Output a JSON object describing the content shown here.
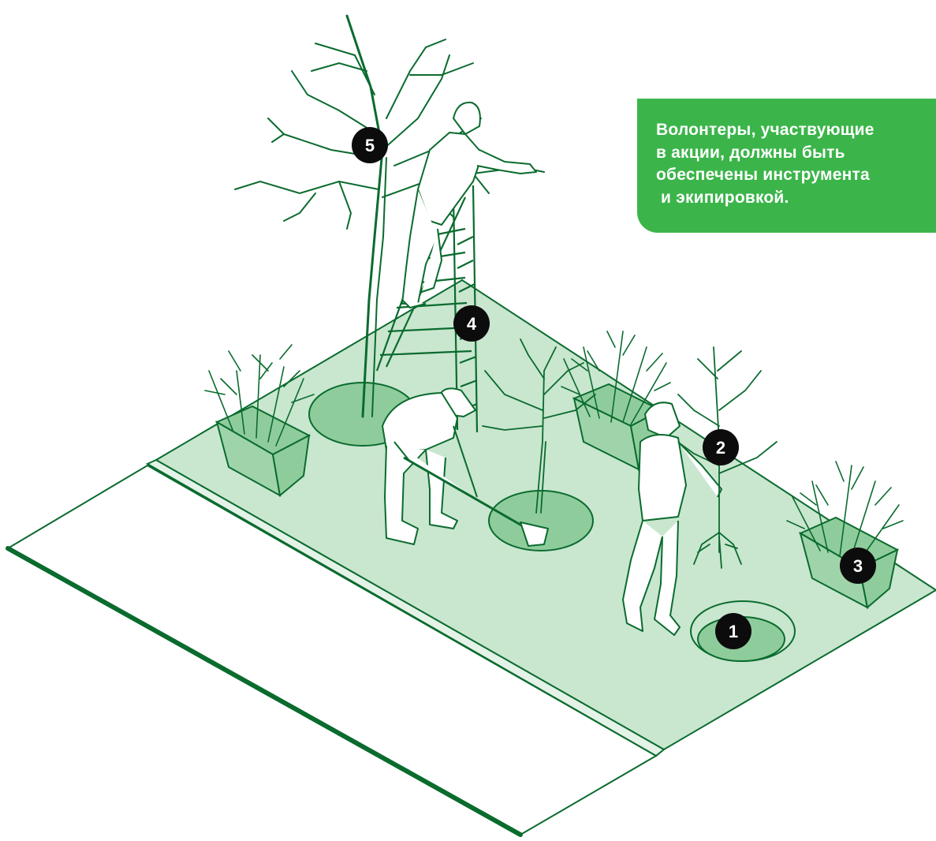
{
  "callout": {
    "lines": [
      "Волонтеры, участвующие",
      "в акции, должны быть",
      "обеспечены инструмента",
      " и экипировкой."
    ]
  },
  "markers": [
    {
      "label": "1",
      "meaning": "посадочная яма"
    },
    {
      "label": "2",
      "meaning": "саженец"
    },
    {
      "label": "3",
      "meaning": "кустарник в кашпо"
    },
    {
      "label": "4",
      "meaning": "стремянка"
    },
    {
      "label": "5",
      "meaning": "обрезка дерева"
    }
  ],
  "colors": {
    "accent": "#3bb54a",
    "ink": "#0a6b2e",
    "lawn": "#c9e6cf",
    "patch": "#8fcc9c",
    "marker": "#0c0c0c"
  }
}
